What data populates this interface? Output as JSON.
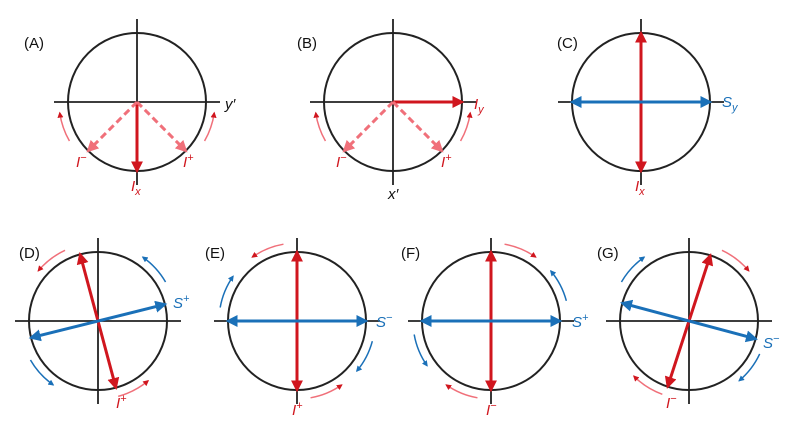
{
  "colors": {
    "axis": "#222222",
    "i_vector": "#d0161e",
    "i_dashed": "#f0707a",
    "s_vector": "#1a70b8"
  },
  "panels": [
    {
      "id": "A",
      "label": "(A)",
      "axis_label": "y′",
      "vectors": [
        "I",
        "x",
        "I",
        "−",
        "I",
        "+"
      ]
    },
    {
      "id": "B",
      "label": "(B)",
      "axis_label": "x′",
      "vectors": [
        "I",
        "y",
        "I",
        "−",
        "I",
        "+"
      ]
    },
    {
      "id": "C",
      "label": "(C)",
      "vectors": [
        "S",
        "y",
        "I",
        "x"
      ]
    },
    {
      "id": "D",
      "label": "(D)",
      "vectors": [
        "S",
        "+",
        "I",
        "+"
      ]
    },
    {
      "id": "E",
      "label": "(E)",
      "vectors": [
        "S",
        "−",
        "I",
        "+"
      ]
    },
    {
      "id": "F",
      "label": "(F)",
      "vectors": [
        "S",
        "+",
        "I",
        "−"
      ]
    },
    {
      "id": "G",
      "label": "(G)",
      "vectors": [
        "S",
        "−",
        "I",
        "−"
      ]
    }
  ]
}
